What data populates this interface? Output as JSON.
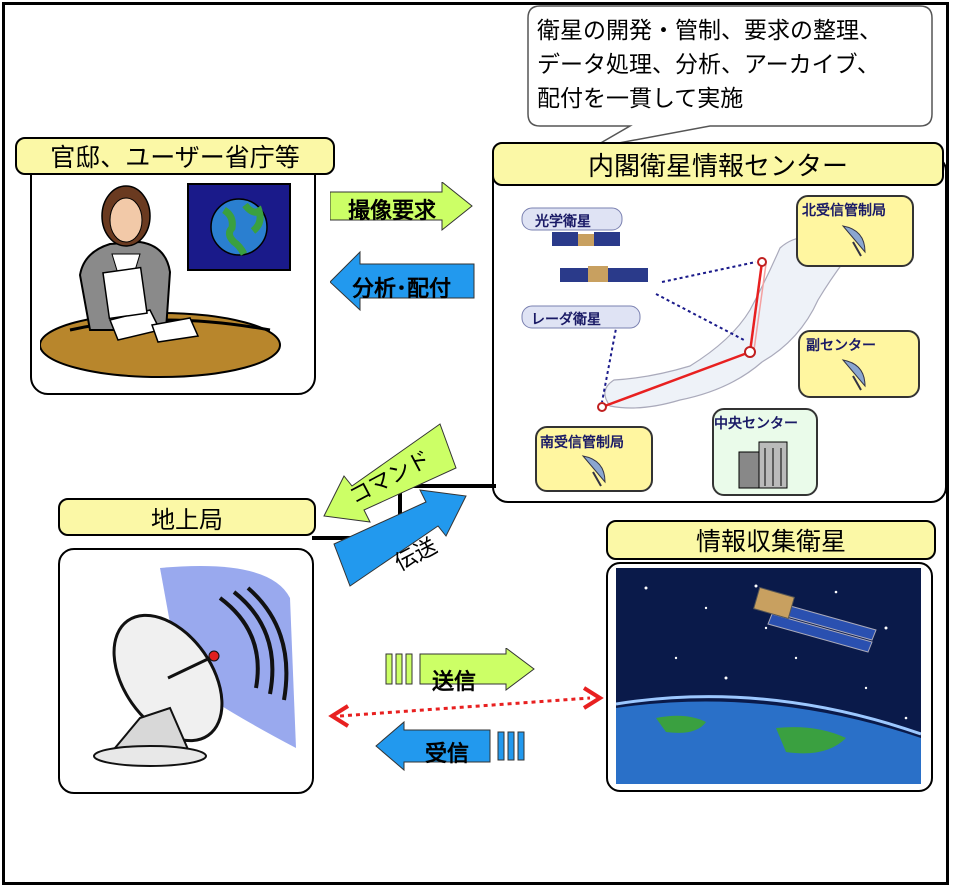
{
  "callout": {
    "lines": [
      "衛星の開発・管制、要求の整理、",
      "データ処理、分析、アーカイブ、",
      "配付を一貫して実施"
    ]
  },
  "user_box": {
    "title": "官邸、ユーザー省庁等"
  },
  "center_box": {
    "title": "内閣衛星情報センター",
    "labels": {
      "optical": "光学衛星",
      "radar": "レーダ衛星",
      "north": "北受信管制局",
      "sub_center": "副センター",
      "central": "中央センター",
      "south": "南受信管制局"
    }
  },
  "arrows": {
    "request": "撮像要求",
    "analysis": "分析･配付",
    "command": "コマンド",
    "transmission": "伝送",
    "send": "送信",
    "receive": "受信"
  },
  "ground_box": {
    "title": "地上局"
  },
  "satellite_box": {
    "title": "情報収集衛星"
  },
  "colors": {
    "pill_fill": "#fbf8a6",
    "green_arrow": "#ccff66",
    "blue_arrow": "#2299ee",
    "link_red": "#e82020",
    "space_navy": "#0a1a4a"
  }
}
